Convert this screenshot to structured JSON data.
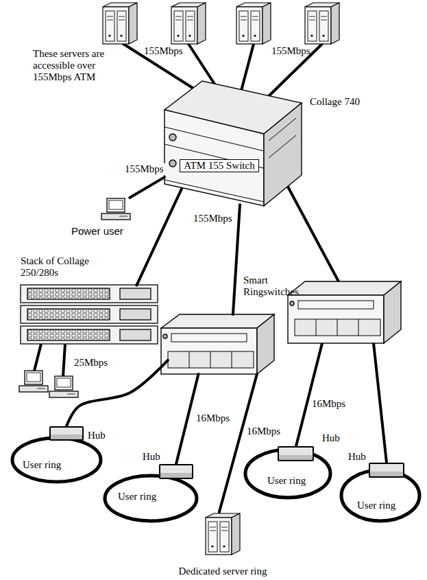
{
  "diagram": {
    "nodes": [
      {
        "text": [
          "Collage 740",
          "ATM 155 Switch"
        ]
      },
      {
        "text": [
          "Power user"
        ]
      },
      {
        "text": [
          "Stack of Collage 250/280s"
        ]
      },
      {
        "text": [
          "Smart Ringswitches"
        ]
      },
      {
        "text": [
          "User ring"
        ]
      },
      {
        "text": [
          "Hub"
        ]
      },
      {
        "text": [
          "User ring"
        ]
      },
      {
        "text": [
          "Hub"
        ]
      },
      {
        "text": [
          "User ring"
        ]
      },
      {
        "text": [
          "Hub"
        ]
      },
      {
        "text": [
          "User ring"
        ]
      },
      {
        "text": [
          "Hub"
        ]
      },
      {
        "text": [
          "Dedicated server ring"
        ]
      }
    ],
    "edges": [
      {
        "from": 0,
        "to": 1,
        "arrow": "none",
        "label": "155Mbps"
      },
      {
        "from": 0,
        "to": 2,
        "arrow": "none"
      },
      {
        "from": 0,
        "to": 3,
        "arrow": "none"
      },
      {
        "from": 3,
        "to": 5,
        "arrow": "none"
      },
      {
        "from": 3,
        "to": 7,
        "arrow": "none",
        "label": "16Mbps"
      },
      {
        "from": 3,
        "to": 12,
        "arrow": "none",
        "label": "16Mbps"
      }
    ],
    "labels": [
      "These servers are accessible over 155Mbps ATM",
      "155Mbps",
      "155Mbps",
      "155Mbps",
      "25Mbps",
      "16Mbps"
    ]
  }
}
